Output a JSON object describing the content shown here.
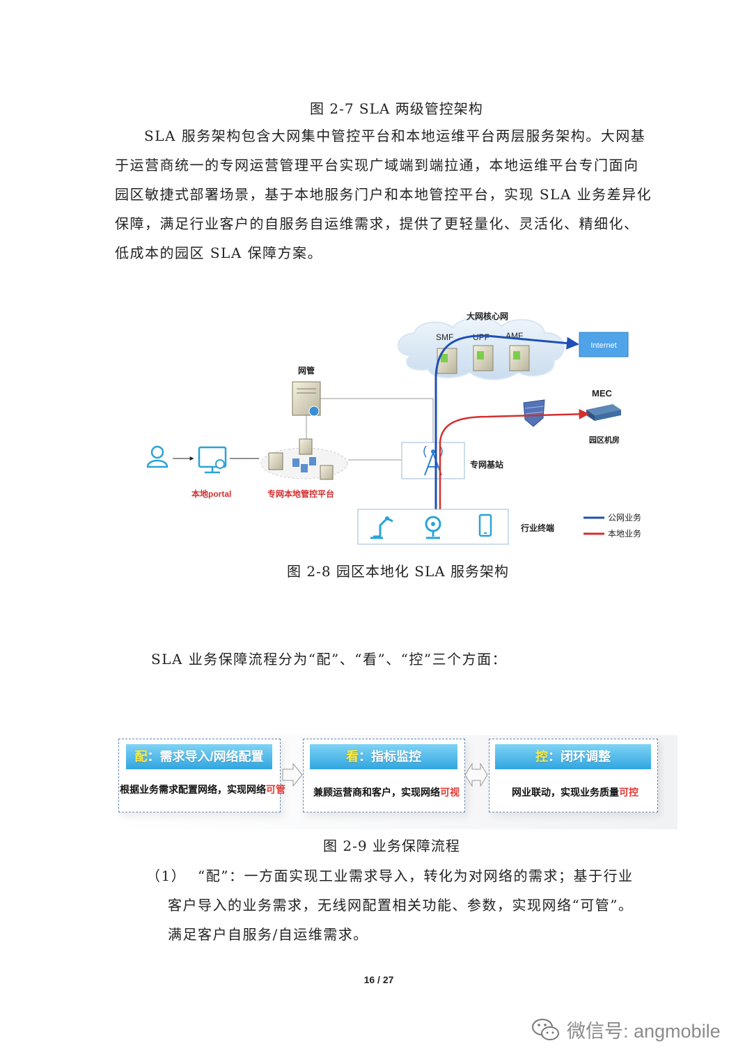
{
  "fig27_caption": "图 2-7  SLA 两级管控架构",
  "intro_lines": [
    "SLA 服务架构包含大网集中管控平台和本地运维平台两层服务架构。大网基",
    "于运营商统一的专网运营管理平台实现广域端到端拉通，本地运维平台专门面向",
    "园区敏捷式部署场景，基于本地服务门户和本地管控平台，实现 SLA 业务差异化",
    "保障，满足行业客户的自服务自运维需求，提供了更轻量化、灵活化、精细化、",
    "低成本的园区 SLA 保障方案。"
  ],
  "diagram": {
    "core_title": "大网核心网",
    "core_nfs": [
      "SMF",
      "UPF",
      "AMF"
    ],
    "internet": "Internet",
    "nms": "网管",
    "mec": "MEC",
    "campus_room": "园区机房",
    "base_station": "专网基站",
    "portal": "本地portal",
    "platform": "专网本地管控平台",
    "terminals": "行业终端",
    "legend": [
      {
        "label": "公网业务",
        "color": "#1f4fb5"
      },
      {
        "label": "本地业务",
        "color": "#d32f2f"
      }
    ]
  },
  "fig28_caption": "图 2-8 园区本地化 SLA 服务架构",
  "process_intro": "SLA 业务保障流程分为“配”、“看”、“控”三个方面：",
  "flow": [
    {
      "key": "配",
      "title": "：需求导入/网络配置",
      "desc": "根据业务需求配置网络，实现网络",
      "highlight": "可管"
    },
    {
      "key": "看",
      "title": "：指标监控",
      "desc": "兼顾运营商和客户，实现网络",
      "highlight": "可视"
    },
    {
      "key": "控",
      "title": "：闭环调整",
      "desc": "网业联动，实现业务质量",
      "highlight": "可控"
    }
  ],
  "fig29_caption": "图 2-9  业务保障流程",
  "item1": {
    "num": "（1）",
    "line1": "“配”：一方面实现工业需求导入，转化为对网络的需求；基于行业",
    "line2": "客户导入的业务需求，无线网配置相关功能、参数，实现网络“可管”。",
    "line3": "满足客户自服务/自运维需求。"
  },
  "page_number": "16 / 27",
  "watermark": "微信号: angmobile"
}
